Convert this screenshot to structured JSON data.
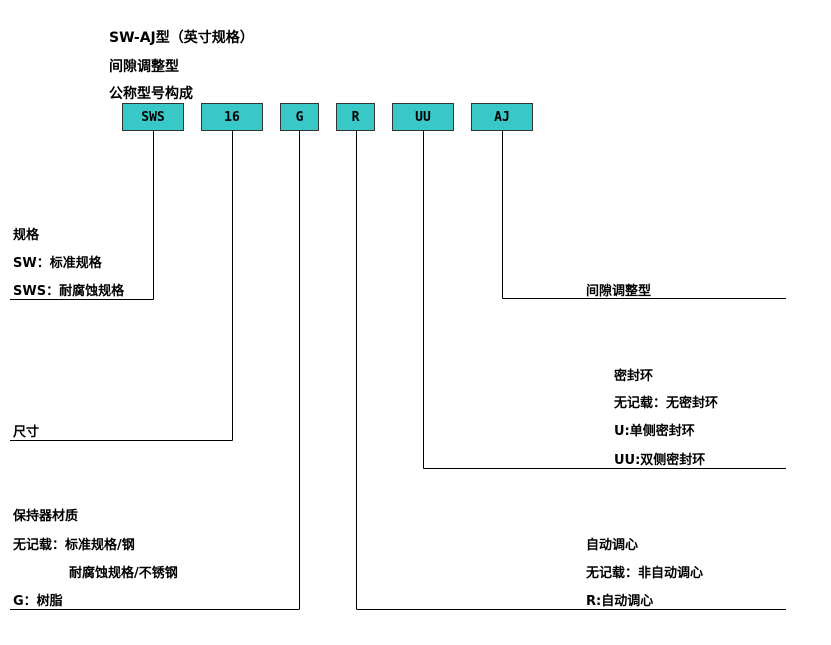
{
  "header": {
    "line1": "SW-AJ型（英寸规格）",
    "line2": "间隙调整型",
    "line3": "公称型号构成"
  },
  "code_boxes": [
    {
      "id": "sws",
      "text": "SWS"
    },
    {
      "id": "size",
      "text": "16"
    },
    {
      "id": "cage",
      "text": "G"
    },
    {
      "id": "align",
      "text": "R"
    },
    {
      "id": "seal",
      "text": "UU"
    },
    {
      "id": "aj",
      "text": "AJ"
    }
  ],
  "sections": {
    "spec": {
      "title": "规格",
      "lines": [
        "SW：标准规格",
        "SWS：耐腐蚀规格"
      ]
    },
    "size": {
      "title": "尺寸"
    },
    "cage": {
      "title": "保持器材质",
      "lines": [
        "无记载：标准规格/钢",
        "耐腐蚀规格/不锈钢",
        "G：树脂"
      ]
    },
    "aj": {
      "title": "间隙调整型"
    },
    "seal": {
      "title": "密封环",
      "lines": [
        "无记载：无密封环",
        "U:单侧密封环",
        "UU:双侧密封环"
      ]
    },
    "align": {
      "title": "自动调心",
      "lines": [
        "无记载：非自动调心",
        "R:自动调心"
      ]
    }
  },
  "colors": {
    "box_fill": "#38c8c8",
    "line": "#000000"
  }
}
